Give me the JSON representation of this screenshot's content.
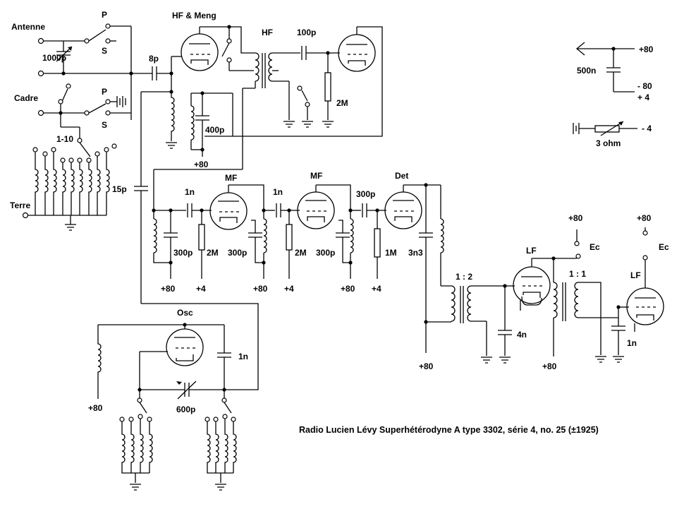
{
  "title": "Radio Lucien Lévy Superhétérodyne A type 3302, série 4, no. 25 (±1925)",
  "labels": {
    "antenne": "Antenne",
    "cadre": "Cadre",
    "terre": "Terre",
    "p1": "P",
    "s1": "S",
    "p2": "P",
    "s2": "S",
    "c1000p": "1000p",
    "c8p": "8p",
    "hf_meng": "HF & Meng",
    "hf": "HF",
    "c100p": "100p",
    "r2m_top": "2M",
    "c400p": "400p",
    "plus80_a": "+80",
    "switch_1_10": "1-10",
    "c15p": "15p",
    "c1n_a": "1n",
    "c1n_b": "1n",
    "c300p_a": "300p",
    "c300p_b": "300p",
    "c300p_c": "300p",
    "c300p_d": "300p",
    "mf1": "MF",
    "mf2": "MF",
    "det": "Det",
    "r2m_a": "2M",
    "r2m_b": "2M",
    "r1m": "1M",
    "c3n3": "3n3",
    "plus80_b": "+80",
    "plus4_a": "+4",
    "plus80_c": "+80",
    "plus4_b": "+4",
    "plus80_d": "+80",
    "plus4_c": "+4",
    "osc": "Osc",
    "c1n_osc": "1n",
    "c600p": "600p",
    "plus80_osc": "+80",
    "ratio_1_2": "1 : 2",
    "lf1": "LF",
    "c4n": "4n",
    "plus80_e": "+80",
    "ratio_1_1": "1 : 1",
    "plus80_f": "+80",
    "lf2": "LF",
    "c1n_lf": "1n",
    "plus80_g": "+80",
    "plus80_h": "+80",
    "ec1": "Ec",
    "ec2": "Ec",
    "plus80_bat": "+80",
    "c500n": "500n",
    "minus80": "- 80",
    "plus4_bat": "+ 4",
    "minus4": "- 4",
    "r3ohm": "3 ohm"
  }
}
